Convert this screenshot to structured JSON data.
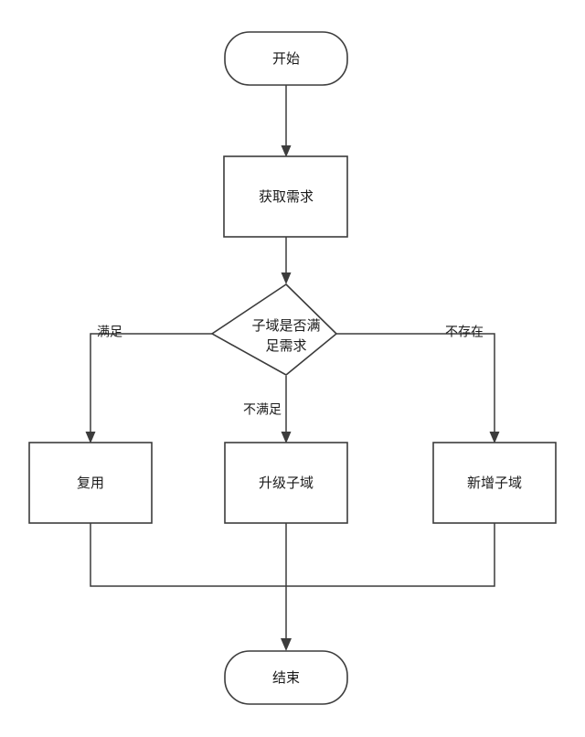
{
  "diagram": {
    "type": "flowchart",
    "orientation": "top-to-bottom",
    "background_color": "#ffffff",
    "stroke_color": "#3c3c3c",
    "fill_color": "#ffffff",
    "text_color": "#1b1b1b",
    "nodes": [
      {
        "id": "start",
        "label": "开始",
        "shape": "rounded-terminator"
      },
      {
        "id": "collect",
        "label": "获取需求",
        "shape": "rectangle"
      },
      {
        "id": "decide",
        "label_line1": "子域是否满",
        "label_line2": "足需求",
        "label": "子域是否满足需求",
        "shape": "diamond"
      },
      {
        "id": "reuse",
        "label": "复用",
        "shape": "rectangle"
      },
      {
        "id": "upgrade",
        "label": "升级子域",
        "shape": "rectangle"
      },
      {
        "id": "create",
        "label": "新增子域",
        "shape": "rectangle"
      },
      {
        "id": "end",
        "label": "结束",
        "shape": "rounded-terminator"
      }
    ],
    "edges": [
      {
        "from": "start",
        "to": "collect",
        "label": ""
      },
      {
        "from": "collect",
        "to": "decide",
        "label": ""
      },
      {
        "from": "decide",
        "to": "reuse",
        "label": "满足"
      },
      {
        "from": "decide",
        "to": "upgrade",
        "label": "不满足"
      },
      {
        "from": "decide",
        "to": "create",
        "label": "不存在"
      },
      {
        "from": "reuse",
        "to": "end",
        "label": ""
      },
      {
        "from": "upgrade",
        "to": "end",
        "label": ""
      },
      {
        "from": "create",
        "to": "end",
        "label": ""
      }
    ]
  }
}
